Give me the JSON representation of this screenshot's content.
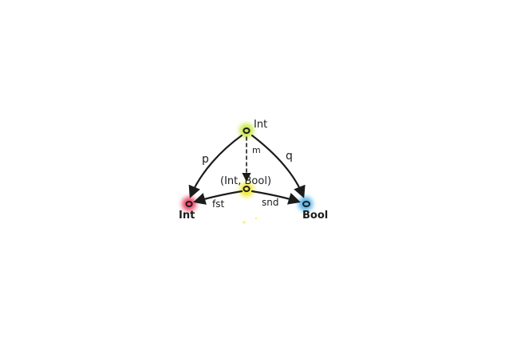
{
  "diagram": {
    "nodes": {
      "top": {
        "label": "Int",
        "color": "#c8e84a"
      },
      "product": {
        "label": "(Int, Bool)",
        "color": "#f2ea3a"
      },
      "left": {
        "label": "Int",
        "color": "#ef4a6a"
      },
      "right": {
        "label": "Bool",
        "color": "#5ab4ea"
      }
    },
    "edges": {
      "p": "p",
      "q": "q",
      "m": "m",
      "fst": "fst",
      "snd": "snd"
    }
  }
}
